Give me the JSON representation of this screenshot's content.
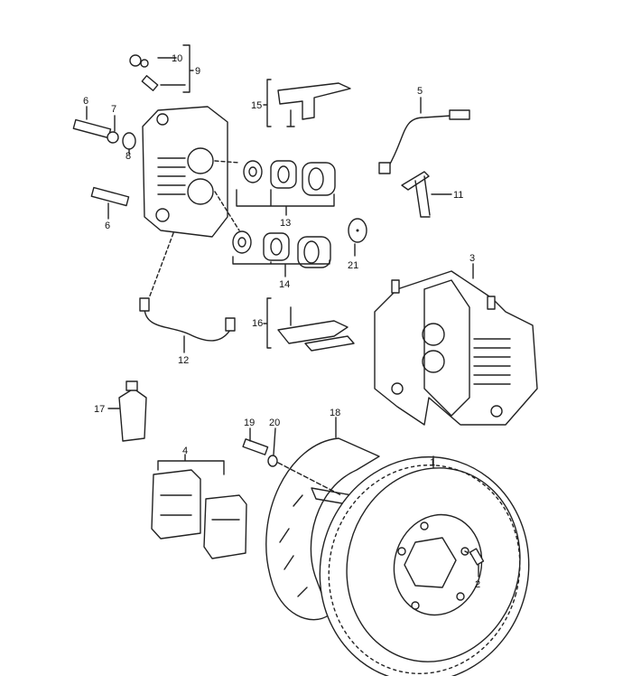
{
  "diagram": {
    "title": "Front brake assembly exploded view",
    "part_labels": {
      "p1": "1",
      "p2": "2",
      "p3": "3",
      "p4": "4",
      "p5": "5",
      "p6a": "6",
      "p6b": "6",
      "p7": "7",
      "p8": "8",
      "p9": "9",
      "p10": "10",
      "p11": "11",
      "p12": "12",
      "p13": "13",
      "p14": "14",
      "p15": "15",
      "p16": "16",
      "p17": "17",
      "p18": "18",
      "p19": "19",
      "p20": "20",
      "p21": "21"
    }
  }
}
